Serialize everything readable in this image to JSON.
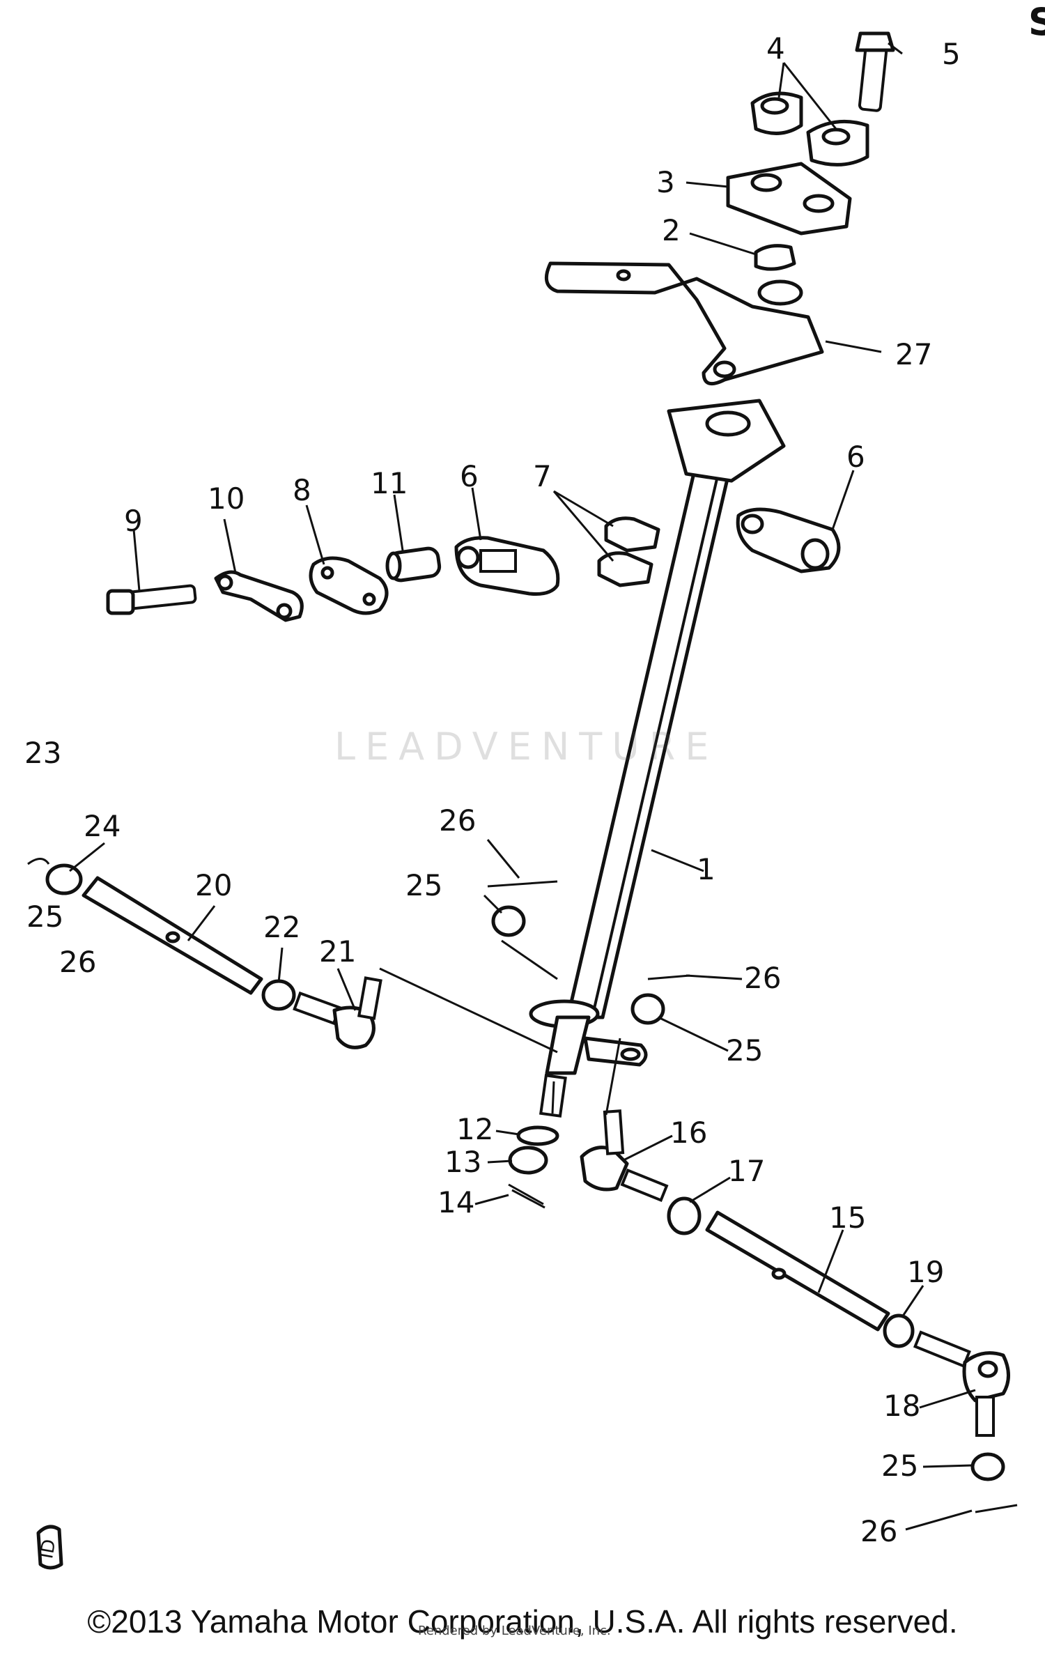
{
  "figure": {
    "copyright": "©2013 Yamaha Motor Corporation, U.S.A. All rights reserved.",
    "watermark": "LEADVENTURE",
    "rendered_by": "Rendered by LeadVenture, Inc.",
    "corner_mark": "S",
    "id_mark": "ID",
    "part_labels": [
      "1",
      "2",
      "3",
      "4",
      "5",
      "6",
      "6",
      "7",
      "8",
      "9",
      "10",
      "11",
      "12",
      "13",
      "14",
      "15",
      "16",
      "17",
      "18",
      "19",
      "20",
      "21",
      "22",
      "23",
      "24",
      "25",
      "25",
      "25",
      "25",
      "26",
      "26",
      "26",
      "26",
      "27"
    ]
  }
}
